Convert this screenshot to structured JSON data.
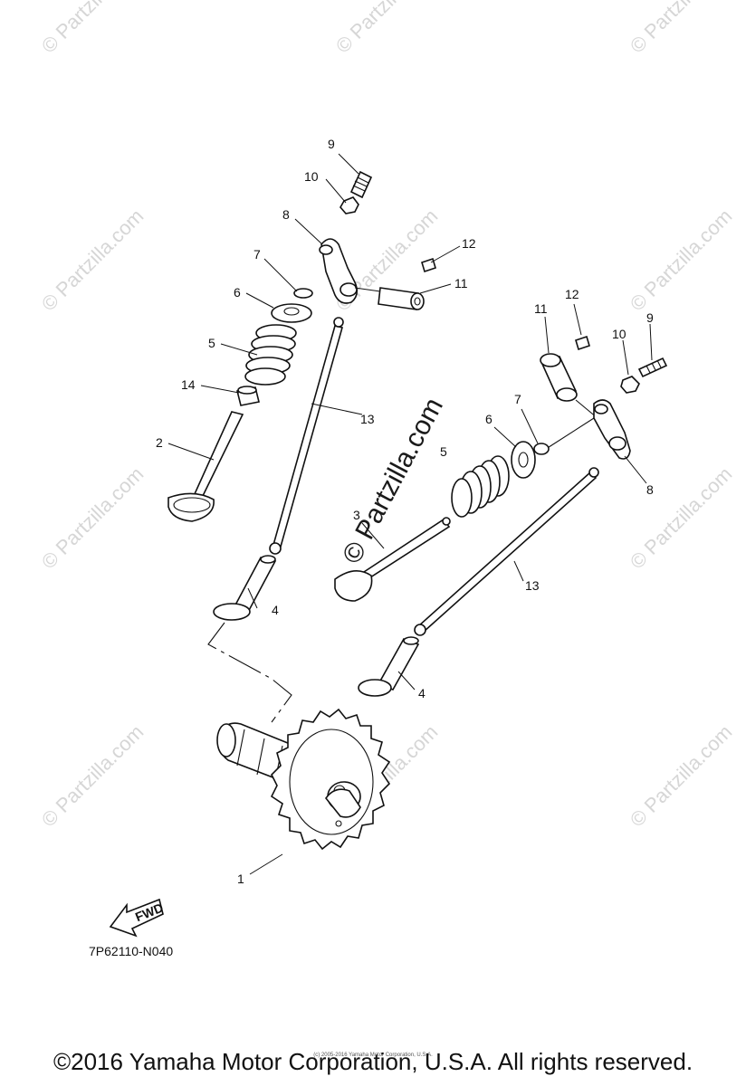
{
  "watermark": "© Partzilla.com",
  "diagram_code": "7P62110-N040",
  "fwd_label": "FWD",
  "footer": {
    "copyright": "©2016 Yamaha Motor Corporation, U.S.A. All rights reserved.",
    "small_print": "(c) 2005-2016 Yamaha Motor Corporation, U.S.A."
  },
  "callouts": {
    "c1": "1",
    "c2": "2",
    "c3": "3",
    "c4a": "4",
    "c4b": "4",
    "c5a": "5",
    "c5b": "5",
    "c6a": "6",
    "c6b": "6",
    "c7a": "7",
    "c7b": "7",
    "c8a": "8",
    "c8b": "8",
    "c9a": "9",
    "c9b": "9",
    "c10a": "10",
    "c10b": "10",
    "c11a": "11",
    "c11b": "11",
    "c12a": "12",
    "c12b": "12",
    "c13a": "13",
    "c13b": "13",
    "c14": "14"
  }
}
